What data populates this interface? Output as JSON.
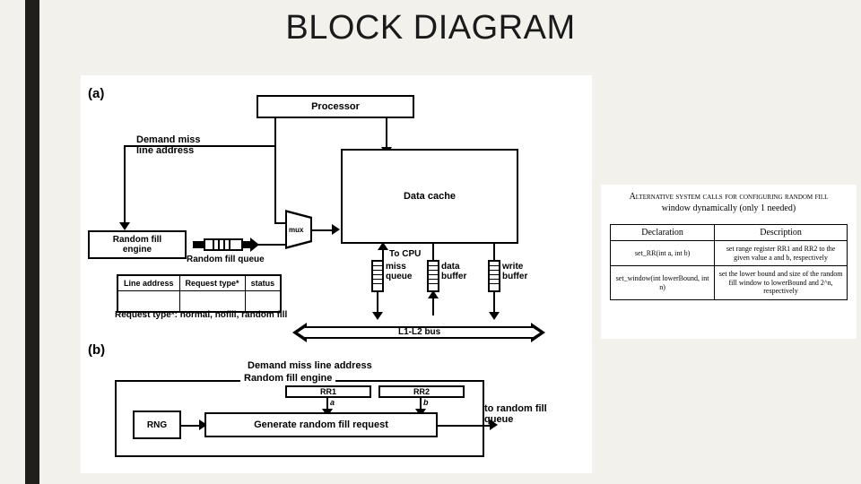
{
  "slide": {
    "title": "BLOCK DIAGRAM"
  },
  "diagram": {
    "part_a_label": "(a)",
    "part_b_label": "(b)",
    "processor": "Processor",
    "data_cache": "Data cache",
    "demand_miss_line_address": "Demand miss\nline address",
    "random_fill_engine": "Random fill\nengine",
    "random_fill_queue": "Random fill queue",
    "mux": "mux",
    "to_cpu": "To CPU",
    "miss_queue": "miss\nqueue",
    "data_buffer": "data\nbuffer",
    "write_buffer": "write\nbuffer",
    "bus": "L1-L2 bus",
    "table": {
      "headers": [
        "Line address",
        "Request type*",
        "status"
      ],
      "note": "Request type*: normal, nofill, random fill"
    },
    "part_b": {
      "demand_miss_line_address": "Demand miss line address",
      "engine_title": "Random fill engine",
      "rr1": "RR1",
      "rr2": "RR2",
      "a_label": "a",
      "b_label": "b",
      "rng": "RNG",
      "generate": "Generate random fill request",
      "to_random_fill_queue": "to random fill\nqueue"
    }
  },
  "side_table": {
    "caption_line1": "Alternative system calls for configuring random fill",
    "caption_line2": "window dynamically (only 1 needed)",
    "headers": [
      "Declaration",
      "Description"
    ],
    "rows": [
      {
        "declaration": "set_RR(int a, int b)",
        "description": "set range register RR1 and RR2 to the given value a and b, respectively"
      },
      {
        "declaration": "set_window(int lowerBound, int n)",
        "description": "set the lower bound and size of the random fill window to lowerBound and 2^n, respectively"
      }
    ]
  },
  "colors": {
    "background": "#f2f1ec",
    "bar": "#211f1c",
    "ink": "#000000",
    "panel": "#ffffff"
  }
}
